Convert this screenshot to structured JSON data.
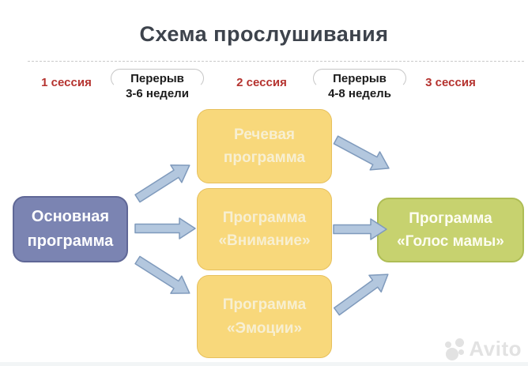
{
  "title": "Схема прослушивания",
  "timeline": {
    "sessions": [
      {
        "label": "1 сессия"
      },
      {
        "label": "2 сессия"
      },
      {
        "label": "3 сессия"
      }
    ],
    "breaks": [
      {
        "line1": "Перерыв",
        "line2": "3-6 недели"
      },
      {
        "line1": "Перерыв",
        "line2": "4-8 недель"
      }
    ]
  },
  "diagram": {
    "source": {
      "line1": "Основная",
      "line2": "программа"
    },
    "middle": [
      {
        "line1": "Речевая",
        "line2": "программа"
      },
      {
        "line1": "Программа",
        "line2": "«Внимание»"
      },
      {
        "line1": "Программа",
        "line2": "«Эмоции»"
      }
    ],
    "target": {
      "line1": "Программа",
      "line2": "«Голос мамы»"
    }
  },
  "watermark": {
    "label": "Avito"
  },
  "colors": {
    "title_color": "#3d434c",
    "session_red": "#b5332f",
    "text_black": "#1b1b1b",
    "break_border": "#c6c6c6",
    "dash_color": "#c9c9c9",
    "source_fill": "#7b84b2",
    "source_border": "#5f6796",
    "middle_fill": "#f8d87b",
    "middle_border": "#e7c05c",
    "middle_text": "#f7efd2",
    "target_fill": "#c7d26f",
    "target_border": "#aebd55",
    "arrow_fill": "#b3c7de",
    "arrow_stroke": "#7f9abc",
    "watermark_color": "#e2e2e2"
  }
}
